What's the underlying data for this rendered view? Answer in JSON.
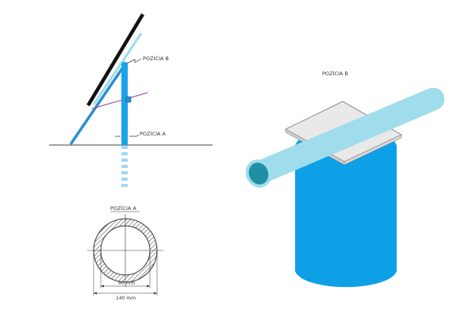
{
  "labels": {
    "pozitia_b_side": "POZÍCIA B",
    "pozitia_a_side": "POZÍCIA A",
    "pozitia_a_section": "POZÍCIA A",
    "pozitia_b_detail": "POZÍCIA B",
    "inner_dim": "90 mm",
    "outer_dim": "140 mm"
  },
  "colors": {
    "post_blue": "#1aa3e8",
    "brace_blue": "#2b8fd0",
    "pipe_light": "#9fdcec",
    "pipe_end": "#1f8fa3",
    "cylinder_blue": "#0ea0e6",
    "plate_grey": "#e9e9e9",
    "panel_black": "#111111",
    "bracket_purple": "#a05ab8",
    "hatch": "#555555"
  }
}
